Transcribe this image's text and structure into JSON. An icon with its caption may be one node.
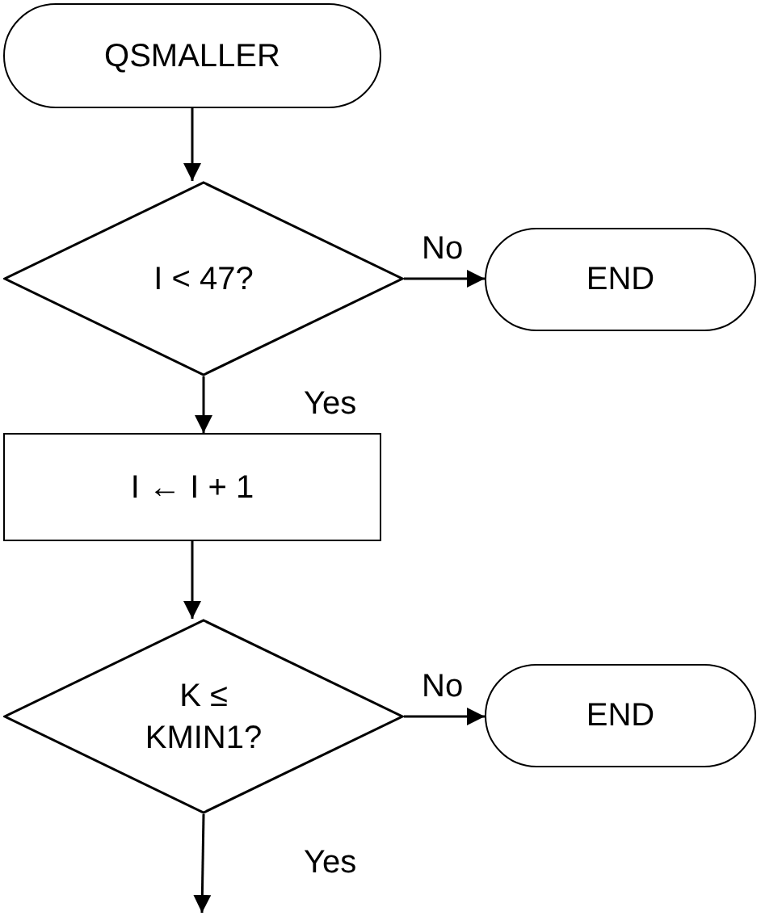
{
  "diagram": {
    "nodes": [
      {
        "text": [
          "QSMALLER"
        ]
      },
      {
        "text": [
          "I < 47?"
        ]
      },
      {
        "text": [
          "END"
        ]
      },
      {
        "text": [
          "I ← I + 1"
        ]
      },
      {
        "text": [
          "K ≤ KMIN1?"
        ]
      },
      {
        "text": [
          "END"
        ]
      }
    ],
    "edges": [
      {
        "from": 0,
        "to": 1,
        "arrow": "to"
      },
      {
        "from": 1,
        "to": 2,
        "arrow": "to",
        "label": "No"
      },
      {
        "from": 1,
        "to": 3,
        "arrow": "to",
        "label": "Yes"
      },
      {
        "from": 3,
        "to": 4,
        "arrow": "to"
      },
      {
        "from": 4,
        "to": 5,
        "arrow": "to",
        "label": "No"
      },
      {
        "from": 4,
        "to": null,
        "arrow": "to",
        "label": "Yes"
      }
    ]
  }
}
